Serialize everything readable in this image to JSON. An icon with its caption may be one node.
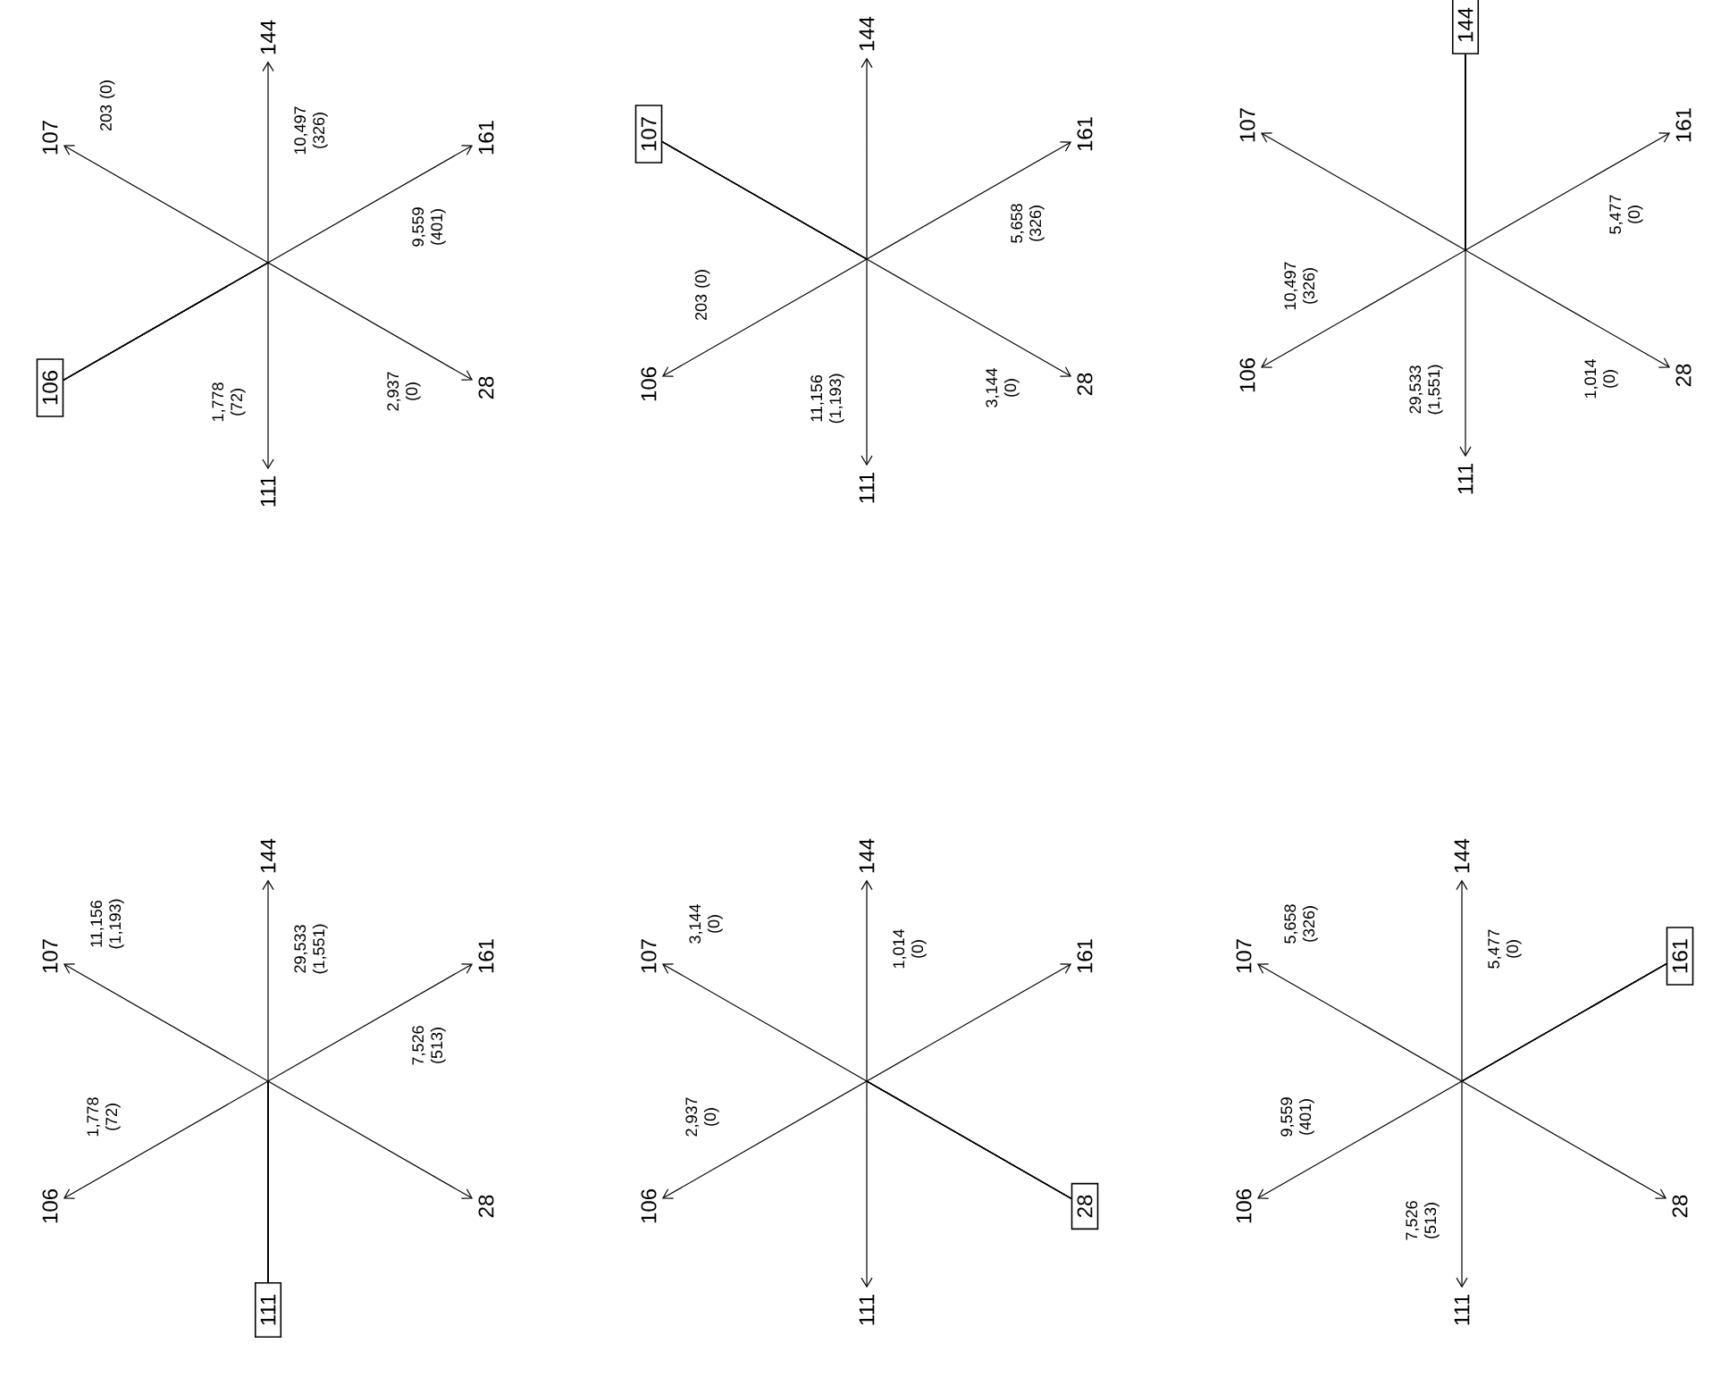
{
  "diagram": {
    "nodes": [
      {
        "text": [
          "107"
        ]
      },
      {
        "text": [
          "106"
        ]
      },
      {
        "text": [
          "144"
        ]
      },
      {
        "text": [
          "111"
        ]
      },
      {
        "text": [
          "161"
        ]
      },
      {
        "text": [
          "28"
        ]
      },
      {
        "text": [
          "107"
        ]
      },
      {
        "text": [
          "106"
        ]
      },
      {
        "text": [
          "144"
        ]
      },
      {
        "text": [
          "111"
        ]
      },
      {
        "text": [
          "161"
        ]
      },
      {
        "text": [
          "28"
        ]
      },
      {
        "text": [
          "107"
        ]
      },
      {
        "text": [
          "106"
        ]
      },
      {
        "text": [
          "144"
        ]
      },
      {
        "text": [
          "111"
        ]
      },
      {
        "text": [
          "161"
        ]
      },
      {
        "text": [
          "28"
        ]
      },
      {
        "text": [
          "107"
        ]
      },
      {
        "text": [
          "106"
        ]
      },
      {
        "text": [
          "144"
        ]
      },
      {
        "text": [
          "111"
        ]
      },
      {
        "text": [
          "161"
        ]
      },
      {
        "text": [
          "28"
        ]
      },
      {
        "text": [
          "107"
        ]
      },
      {
        "text": [
          "106"
        ]
      },
      {
        "text": [
          "144"
        ]
      },
      {
        "text": [
          "111"
        ]
      },
      {
        "text": [
          "161"
        ]
      },
      {
        "text": [
          "28"
        ]
      },
      {
        "text": [
          "107"
        ]
      },
      {
        "text": [
          "106"
        ]
      },
      {
        "text": [
          "144"
        ]
      },
      {
        "text": [
          "111"
        ]
      },
      {
        "text": [
          "161"
        ]
      },
      {
        "text": [
          "28"
        ]
      }
    ],
    "edges": [
      {
        "from": 1,
        "to": 0,
        "arrow": "to",
        "label": "203 (0)"
      },
      {
        "from": 1,
        "to": 2,
        "arrow": "to",
        "label": "10,497 (326)"
      },
      {
        "from": 1,
        "to": 3,
        "arrow": "to",
        "label": "1,778 (72)"
      },
      {
        "from": 1,
        "to": 4,
        "arrow": "to",
        "label": "9,559 (401)"
      },
      {
        "from": 1,
        "to": 5,
        "arrow": "to",
        "label": "2,937 (0)"
      },
      {
        "from": 6,
        "to": 7,
        "arrow": "to",
        "label": "203 (0)"
      },
      {
        "from": 6,
        "to": 8,
        "arrow": "to"
      },
      {
        "from": 6,
        "to": 9,
        "arrow": "to",
        "label": "11,156 (1,193)"
      },
      {
        "from": 6,
        "to": 10,
        "arrow": "to",
        "label": "5,658 (326)"
      },
      {
        "from": 6,
        "to": 11,
        "arrow": "to",
        "label": "3,144 (0)"
      },
      {
        "from": 14,
        "to": 12,
        "arrow": "to"
      },
      {
        "from": 14,
        "to": 13,
        "arrow": "to",
        "label": "10,497 (326)"
      },
      {
        "from": 14,
        "to": 15,
        "arrow": "to",
        "label": "29,533 (1,551)"
      },
      {
        "from": 14,
        "to": 16,
        "arrow": "to",
        "label": "5,477 (0)"
      },
      {
        "from": 14,
        "to": 17,
        "arrow": "to",
        "label": "1,014 (0)"
      },
      {
        "from": 21,
        "to": 18,
        "arrow": "to",
        "label": "11,156 (1,193)"
      },
      {
        "from": 21,
        "to": 19,
        "arrow": "to",
        "label": "1,778 (72)"
      },
      {
        "from": 21,
        "to": 20,
        "arrow": "to",
        "label": "29,533 (1,551)"
      },
      {
        "from": 21,
        "to": 22,
        "arrow": "to",
        "label": "7,526 (513)"
      },
      {
        "from": 21,
        "to": 23,
        "arrow": "to"
      },
      {
        "from": 29,
        "to": 24,
        "arrow": "to",
        "label": "3,144 (0)"
      },
      {
        "from": 29,
        "to": 25,
        "arrow": "to",
        "label": "2,937 (0)"
      },
      {
        "from": 29,
        "to": 26,
        "arrow": "to",
        "label": "1,014 (0)"
      },
      {
        "from": 29,
        "to": 27,
        "arrow": "to"
      },
      {
        "from": 29,
        "to": 28,
        "arrow": "to"
      },
      {
        "from": 34,
        "to": 30,
        "arrow": "to",
        "label": "5,658 (326)"
      },
      {
        "from": 34,
        "to": 31,
        "arrow": "to",
        "label": "9,559 (401)"
      },
      {
        "from": 34,
        "to": 32,
        "arrow": "to",
        "label": "5,477 (0)"
      },
      {
        "from": 34,
        "to": 33,
        "arrow": "to",
        "label": "7,526 (513)"
      },
      {
        "from": 34,
        "to": 35,
        "arrow": "to"
      }
    ]
  }
}
